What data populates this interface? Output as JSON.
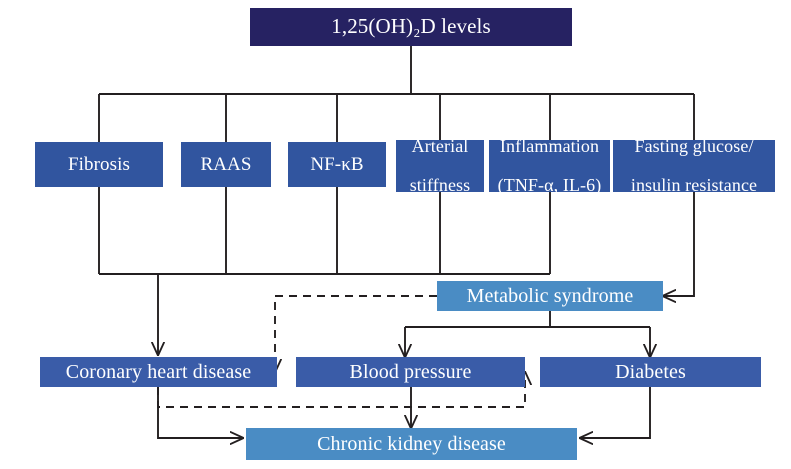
{
  "diagram": {
    "title": "1,25(OH)2D levels pathway to chronic kidney disease",
    "colors": {
      "root_box": "#262262",
      "mechanism_box": "#31559F",
      "disease_box": "#3A5CA8",
      "outcome_box": "#4A8CC4",
      "edge": "#231f20",
      "text": "#ffffff"
    },
    "nodes": {
      "root": {
        "label": "1,25(OH)₂D levels"
      },
      "fibrosis": {
        "label": "Fibrosis"
      },
      "raas": {
        "label": "RAAS"
      },
      "nfkb": {
        "label": "NF-κB"
      },
      "arterial_stiffness": {
        "line1": "Arterial",
        "line2": "stiffness"
      },
      "inflammation": {
        "line1": "Inflammation",
        "line2": "(TNF-α, IL-6)"
      },
      "fasting_glucose": {
        "line1": "Fasting glucose/",
        "line2": "insulin resistance"
      },
      "metabolic_syndrome": {
        "label": "Metabolic syndrome"
      },
      "coronary_heart_disease": {
        "label": "Coronary heart disease"
      },
      "blood_pressure": {
        "label": "Blood pressure"
      },
      "diabetes": {
        "label": "Diabetes"
      },
      "chronic_kidney_disease": {
        "label": "Chronic kidney disease"
      }
    },
    "edges": [
      {
        "from": "root",
        "to": "mechanism-bus",
        "style": "solid"
      },
      {
        "from": "mechanism-bus",
        "to": "fibrosis",
        "style": "solid"
      },
      {
        "from": "mechanism-bus",
        "to": "raas",
        "style": "solid"
      },
      {
        "from": "mechanism-bus",
        "to": "nfkb",
        "style": "solid"
      },
      {
        "from": "mechanism-bus",
        "to": "arterial_stiffness",
        "style": "solid"
      },
      {
        "from": "mechanism-bus",
        "to": "inflammation",
        "style": "solid"
      },
      {
        "from": "mechanism-bus",
        "to": "fasting_glucose",
        "style": "solid"
      },
      {
        "from": "fibrosis",
        "to": "coronary_heart_disease",
        "style": "solid",
        "arrow": true
      },
      {
        "from": "raas",
        "to": "lower-bus",
        "style": "solid"
      },
      {
        "from": "nfkb",
        "to": "lower-bus",
        "style": "solid"
      },
      {
        "from": "arterial_stiffness",
        "to": "lower-bus",
        "style": "solid"
      },
      {
        "from": "inflammation",
        "to": "lower-bus",
        "style": "solid"
      },
      {
        "from": "fasting_glucose",
        "to": "metabolic_syndrome",
        "style": "solid",
        "arrow": true
      },
      {
        "from": "metabolic_syndrome",
        "to": "blood_pressure",
        "style": "solid",
        "arrow": true
      },
      {
        "from": "metabolic_syndrome",
        "to": "diabetes",
        "style": "solid",
        "arrow": true
      },
      {
        "from": "metabolic_syndrome",
        "to": "blood_pressure",
        "style": "dashed",
        "arrow": true
      },
      {
        "from": "coronary_heart_disease",
        "to": "chronic_kidney_disease",
        "style": "solid",
        "arrow": true
      },
      {
        "from": "coronary_heart_disease",
        "to": "blood_pressure",
        "style": "dashed",
        "arrow": true
      },
      {
        "from": "blood_pressure",
        "to": "chronic_kidney_disease",
        "style": "solid",
        "arrow": true
      },
      {
        "from": "diabetes",
        "to": "chronic_kidney_disease",
        "style": "solid",
        "arrow": true
      }
    ]
  }
}
